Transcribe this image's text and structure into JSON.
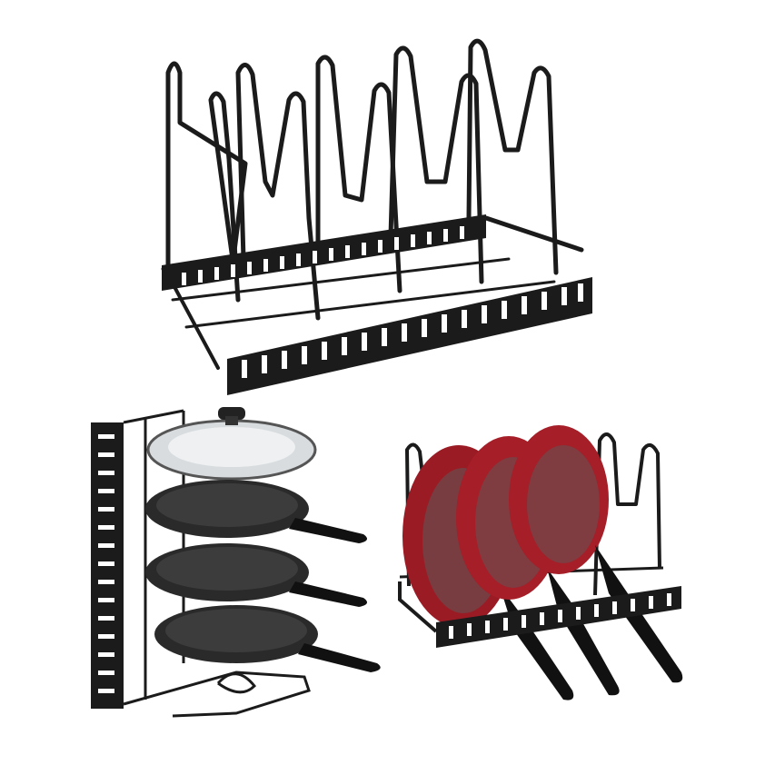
{
  "image": {
    "subject": "pan-organizer-rack",
    "views": [
      "rack-top-view",
      "rack-vertical-with-pans",
      "rack-horizontal-with-red-pans"
    ]
  },
  "colors": {
    "background": "#ffffff",
    "wire": "#1b1b1b",
    "pan_body": "#2a2a2a",
    "pan_red": "#9b1b25",
    "lid_glass": "#d8dcdf",
    "handle": "#111111"
  }
}
